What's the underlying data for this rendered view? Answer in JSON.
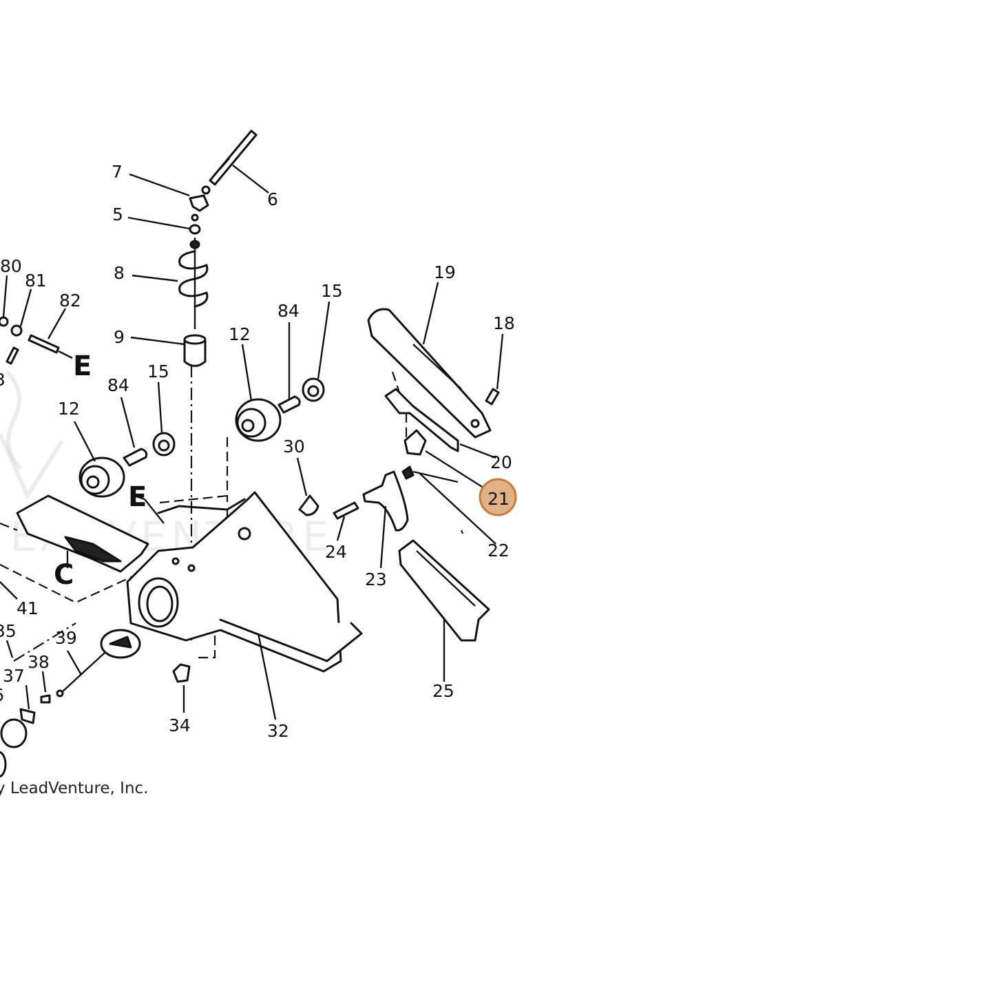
{
  "callouts": {
    "n5": "5",
    "n6": "6",
    "n7": "7",
    "n8": "8",
    "n9": "9",
    "n12a": "12",
    "n12b": "12",
    "n15a": "15",
    "n15b": "15",
    "n18": "18",
    "n19": "19",
    "n20": "20",
    "n21": "21",
    "n22": "22",
    "n23": "23",
    "n24": "24",
    "n25": "25",
    "n30": "30",
    "n32": "32",
    "n34": "34",
    "n35": "35",
    "n36": "6",
    "n37": "37",
    "n38": "38",
    "n39": "39",
    "n41": "41",
    "n80": "80",
    "n81": "81",
    "n82": "82",
    "n83": "3",
    "n84a": "84",
    "n84b": "84"
  },
  "letters": {
    "e1": "E",
    "e2": "E",
    "c": "C"
  },
  "highlighted_callout": "21",
  "highlight_color": "#e0b184",
  "watermark_text": "EADVENTURE",
  "copyright": "y LeadVenture, Inc."
}
